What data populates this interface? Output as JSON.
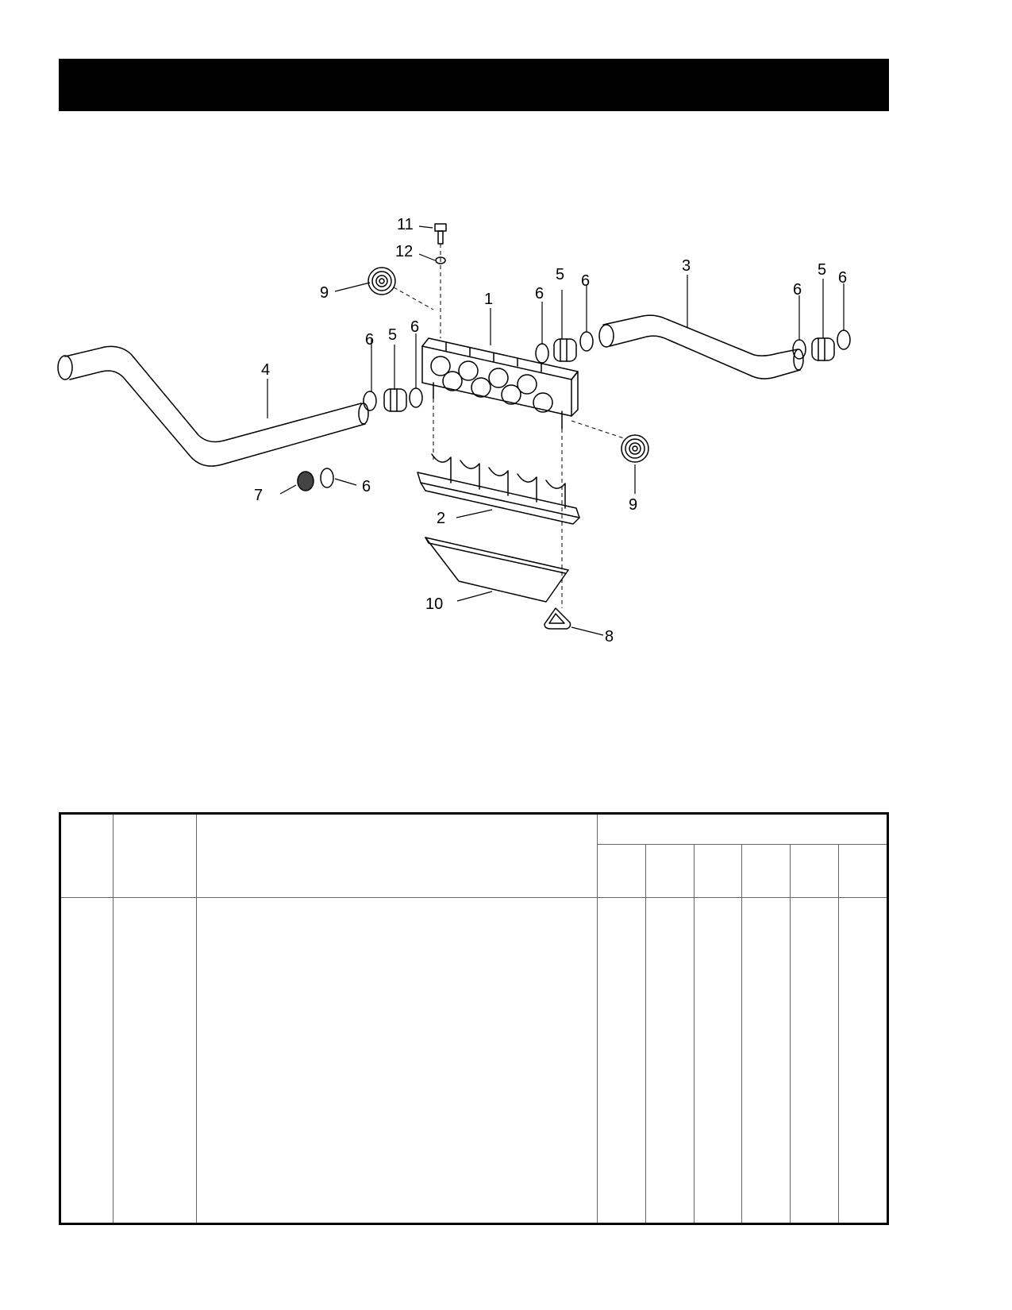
{
  "header": {
    "title": ""
  },
  "diagram": {
    "callouts": [
      "1",
      "2",
      "3",
      "4",
      "5",
      "5",
      "5",
      "6",
      "6",
      "6",
      "6",
      "6",
      "6",
      "6",
      "7",
      "8",
      "9",
      "9",
      "10",
      "11",
      "12"
    ]
  },
  "parts_table": {
    "headers": [
      "",
      "",
      "",
      "",
      "",
      "",
      "",
      "",
      "",
      ""
    ],
    "rows": []
  }
}
